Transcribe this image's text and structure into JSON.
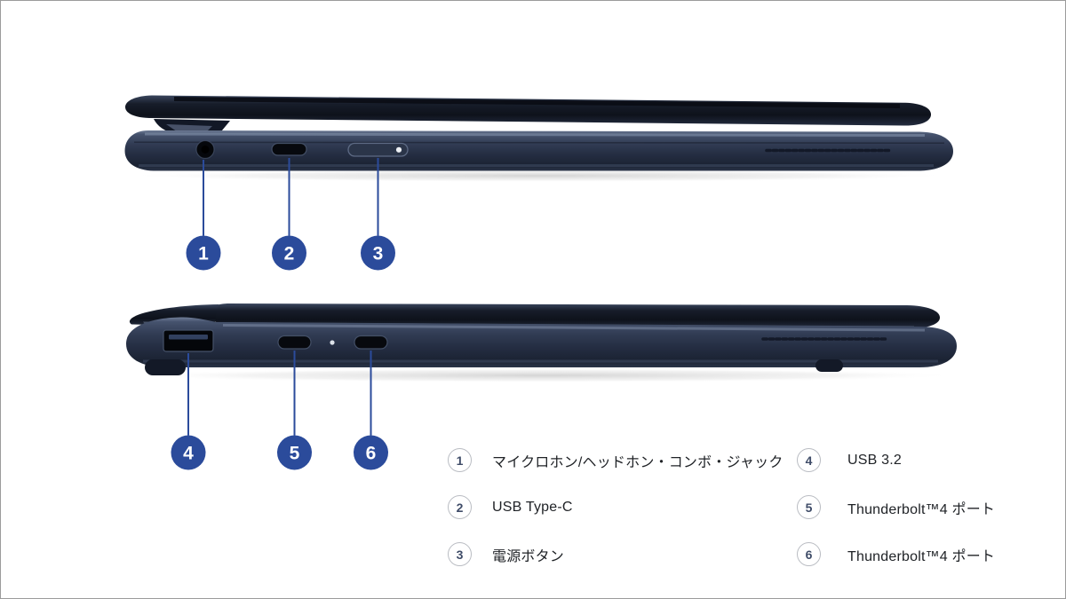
{
  "colors": {
    "callout_blue": "#2b4b9b",
    "laptop_navy": "#2a3449",
    "frame_border": "#9b9b9b",
    "legend_circle_border": "#b9bcc2"
  },
  "callouts": {
    "top": [
      {
        "n": "1"
      },
      {
        "n": "2"
      },
      {
        "n": "3"
      }
    ],
    "bottom": [
      {
        "n": "4"
      },
      {
        "n": "5"
      },
      {
        "n": "6"
      }
    ]
  },
  "legend": {
    "left": [
      {
        "num": "1",
        "label": "マイクロホン/ヘッドホン・コンボ・ジャック"
      },
      {
        "num": "2",
        "label": "USB Type-C"
      },
      {
        "num": "3",
        "label": "電源ボタン"
      }
    ],
    "right": [
      {
        "num": "4",
        "label": "USB 3.2"
      },
      {
        "num": "5",
        "label": "Thunderbolt™4 ポート"
      },
      {
        "num": "6",
        "label": "Thunderbolt™4 ポート"
      }
    ]
  }
}
